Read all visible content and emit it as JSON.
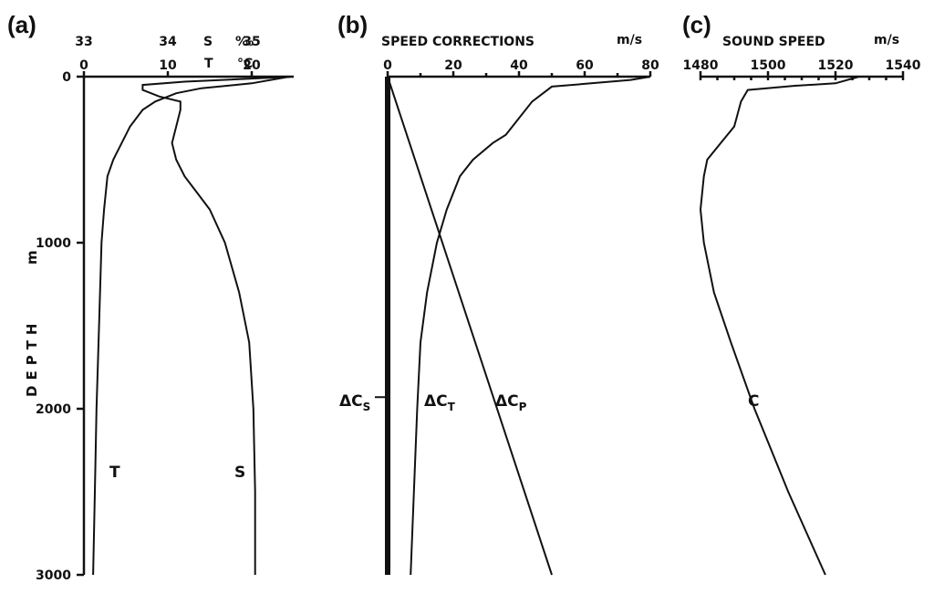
{
  "chart_data": [
    {
      "panel": "(a)",
      "type": "line",
      "y_axis": {
        "title": "DEPTH",
        "unit": "m",
        "ylim": [
          0,
          3000
        ],
        "ticks": [
          0,
          1000,
          2000,
          3000
        ],
        "inverted": true
      },
      "salinity_axis": {
        "ticks": [
          33,
          34,
          35
        ],
        "unit": "‰",
        "xlim": [
          33,
          35.5
        ]
      },
      "temperature_axis": {
        "ticks": [
          0,
          10,
          20
        ],
        "unit": "°C",
        "xlim": [
          0,
          25
        ]
      },
      "axis_keys": [
        "S",
        "T"
      ],
      "series": [
        {
          "name": "T",
          "axis": "temperature",
          "points": [
            [
              24.5,
              0
            ],
            [
              20,
              40
            ],
            [
              14,
              70
            ],
            [
              11,
              100
            ],
            [
              8.5,
              150
            ],
            [
              7,
              200
            ],
            [
              5.5,
              300
            ],
            [
              4.5,
              400
            ],
            [
              3.5,
              500
            ],
            [
              2.8,
              600
            ],
            [
              2.4,
              800
            ],
            [
              2.1,
              1000
            ],
            [
              1.8,
              1500
            ],
            [
              1.5,
              2000
            ],
            [
              1.3,
              2500
            ],
            [
              1.1,
              3000
            ]
          ]
        },
        {
          "name": "S",
          "axis": "salinity",
          "points": [
            [
              35.5,
              0
            ],
            [
              34.2,
              30
            ],
            [
              33.7,
              50
            ],
            [
              33.7,
              80
            ],
            [
              33.9,
              120
            ],
            [
              34.15,
              150
            ],
            [
              34.15,
              200
            ],
            [
              34.1,
              300
            ],
            [
              34.05,
              400
            ],
            [
              34.1,
              500
            ],
            [
              34.2,
              600
            ],
            [
              34.35,
              700
            ],
            [
              34.5,
              800
            ],
            [
              34.68,
              1000
            ],
            [
              34.85,
              1300
            ],
            [
              34.97,
              1600
            ],
            [
              35.02,
              2000
            ],
            [
              35.04,
              2500
            ],
            [
              35.04,
              3000
            ]
          ]
        }
      ]
    },
    {
      "panel": "(b)",
      "type": "line",
      "title": "SPEED CORRECTIONS",
      "x_axis": {
        "unit": "m/s",
        "xlim": [
          0,
          80
        ],
        "ticks": [
          0,
          20,
          40,
          60,
          80
        ]
      },
      "y_axis": {
        "ylim": [
          0,
          3000
        ],
        "inverted": true
      },
      "series": [
        {
          "name": "ΔC_S",
          "points": [
            [
              0,
              0
            ],
            [
              0,
              3000
            ]
          ]
        },
        {
          "name": "ΔC_T",
          "points": [
            [
              80,
              0
            ],
            [
              74,
              20
            ],
            [
              62,
              40
            ],
            [
              50,
              60
            ],
            [
              44,
              150
            ],
            [
              40,
              250
            ],
            [
              36,
              350
            ],
            [
              32,
              400
            ],
            [
              26,
              500
            ],
            [
              22,
              600
            ],
            [
              18,
              800
            ],
            [
              15,
              1000
            ],
            [
              12,
              1300
            ],
            [
              10,
              1600
            ],
            [
              9,
              2000
            ],
            [
              8,
              2500
            ],
            [
              7,
              3000
            ]
          ]
        },
        {
          "name": "ΔC_P",
          "points": [
            [
              0,
              0
            ],
            [
              50,
              3000
            ]
          ]
        }
      ]
    },
    {
      "panel": "(c)",
      "type": "line",
      "title": "SOUND SPEED",
      "x_axis": {
        "unit": "m/s",
        "xlim": [
          1480,
          1540
        ],
        "ticks": [
          1480,
          1500,
          1520,
          1540
        ]
      },
      "y_axis": {
        "ylim": [
          0,
          3000
        ],
        "inverted": true
      },
      "series": [
        {
          "name": "C",
          "points": [
            [
              1527,
              0
            ],
            [
              1520,
              40
            ],
            [
              1508,
              55
            ],
            [
              1494,
              80
            ],
            [
              1492,
              150
            ],
            [
              1490,
              300
            ],
            [
              1486,
              400
            ],
            [
              1482,
              500
            ],
            [
              1481,
              600
            ],
            [
              1480,
              800
            ],
            [
              1481,
              1000
            ],
            [
              1484,
              1300
            ],
            [
              1489,
              1600
            ],
            [
              1496,
              2000
            ],
            [
              1506,
              2500
            ],
            [
              1517,
              3000
            ]
          ]
        }
      ]
    }
  ],
  "text": {
    "panel_a": "(a)",
    "panel_b": "(b)",
    "panel_c": "(c)",
    "depth_title": "DEPTH",
    "depth_unit": "m",
    "sal_unit": "‰",
    "temp_unit": "°C",
    "key_s": "S",
    "key_t": "T",
    "speed_corr_title": "SPEED CORRECTIONS",
    "sound_speed_title": "SOUND SPEED",
    "unit_ms_b": "m/s",
    "unit_ms_c": "m/s",
    "lbl_T": "T",
    "lbl_S": "S",
    "lbl_dCs": "ΔC",
    "lbl_dCs_sub": "S",
    "lbl_dCt": "ΔC",
    "lbl_dCt_sub": "T",
    "lbl_dCp": "ΔC",
    "lbl_dCp_sub": "P",
    "lbl_C": "C"
  }
}
